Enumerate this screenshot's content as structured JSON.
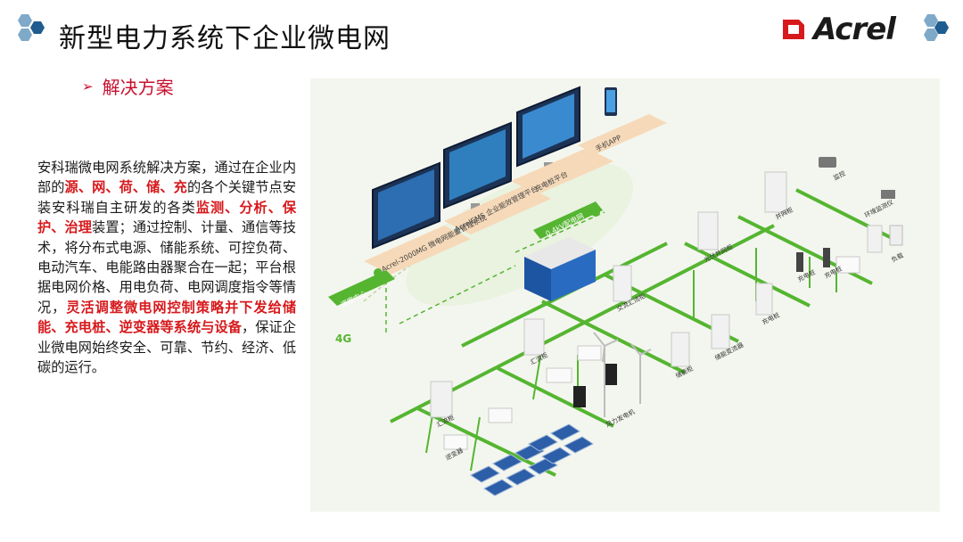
{
  "header": {
    "title": "新型电力系统下企业微电网",
    "brand": "Acrel"
  },
  "section": {
    "heading": "解决方案"
  },
  "description": {
    "p1": "安科瑞微电网系统解决方案，通过在企业内部的",
    "hl1": "源、网、荷、储、充",
    "p2": "的各个关键节点安装安科瑞自主研发的各类",
    "hl2": "监测、分析、保护、治理",
    "p3": "装置；通过控制、计量、通信等技术，将分布式电源、储能系统、可控负荷、电动汽车、电能路由器聚合在一起；平台根据电网价格、用电负荷、电网调度指令等情况，",
    "hl3": "灵活调整微电网控制策略并下发给储能、充电桩、逆变器等系统与设备",
    "p4": "，保证企业微电网始终安全、可靠、节约、经济、低碳的运行。"
  },
  "diagram": {
    "platform1": "Acrel-2000MG 微电网能量管理系统",
    "platform2": "AcrelEMS 企业能效管理平台",
    "platform3": "充电桩平台",
    "app": "手机APP",
    "dispatch": "调度中心",
    "network": "0.4kV配电网",
    "monitor": "监控",
    "env": "环境监测仪",
    "load": "负载",
    "pile1": "充电桩",
    "pile2": "充电桩",
    "pile3": "充电桩",
    "ac_cab": "交流汇流柜",
    "storage_cab": "储能柜",
    "combiner1": "汇流柜",
    "combiner2": "汇流柜",
    "grid_cab": "并网柜",
    "pv_cab": "光伏并网柜",
    "wind": "风力发电机",
    "inverter": "逆变器",
    "pcs": "储能变流器",
    "gw": "4G"
  }
}
